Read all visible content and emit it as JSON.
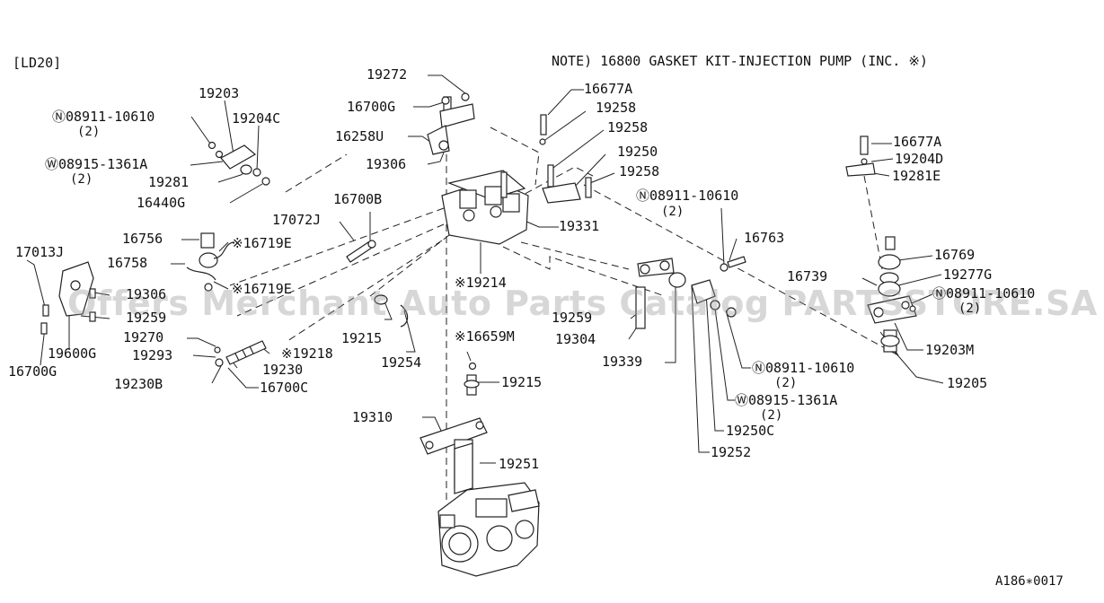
{
  "header": {
    "engine_code": "[LD20]",
    "note": "NOTE) 16800 GASKET KIT-INJECTION PUMP (INC. ※)"
  },
  "footer": {
    "diagram_code": "A186∗0017"
  },
  "watermark": {
    "text": "Offers Merchant Auto Parts Catalog PARTSSTORE.SA"
  },
  "parts": {
    "p19272": "19272",
    "p19203": "19203",
    "p08911_a": "Ⓝ08911-10610",
    "qty_a": "(2)",
    "p19204C": "19204C",
    "p16700G_a": "16700G",
    "p16258U": "16258U",
    "p08915_a": "Ⓦ08915-1361A",
    "qty_b": "(2)",
    "p19306_a": "19306",
    "p19281": "19281",
    "p16440G": "16440G",
    "p16700B": "16700B",
    "p17072J": "17072J",
    "p16756": "16756",
    "p16719E_a": "※16719E",
    "p17013J": "17013J",
    "p16758": "16758",
    "p16719E_b": "※16719E",
    "p19306_b": "19306",
    "p19259_a": "19259",
    "p19270": "19270",
    "p19218": "※19218",
    "p19600G": "19600G",
    "p19293": "19293",
    "p19230": "19230",
    "p16700G_b": "16700G",
    "p19230B": "19230B",
    "p16700C": "16700C",
    "p16677A_a": "16677A",
    "p19258_a": "19258",
    "p19258_b": "19258",
    "p19250": "19250",
    "p19258_c": "19258",
    "p08911_b": "Ⓝ08911-10610",
    "qty_c": "(2)",
    "p19331": "19331",
    "p19214": "※19214",
    "p16763": "16763",
    "p19215_a": "19215",
    "p19254": "19254",
    "p16659M": "※16659M",
    "p19259_b": "19259",
    "p19304": "19304",
    "p19339": "19339",
    "p19215_b": "19215",
    "p19310": "19310",
    "p19251": "19251",
    "p08911_c": "Ⓝ08911-10610",
    "qty_d": "(2)",
    "p08915_b": "Ⓦ08915-1361A",
    "qty_e": "(2)",
    "p19250C": "19250C",
    "p19252": "19252",
    "p16677A_b": "16677A",
    "p19204D": "19204D",
    "p19281E": "19281E",
    "p16769": "16769",
    "p16739": "16739",
    "p19277G": "19277G",
    "p08911_d": "Ⓝ08911-10610",
    "qty_f": "(2)",
    "p19203M": "19203M",
    "p19205": "19205"
  }
}
